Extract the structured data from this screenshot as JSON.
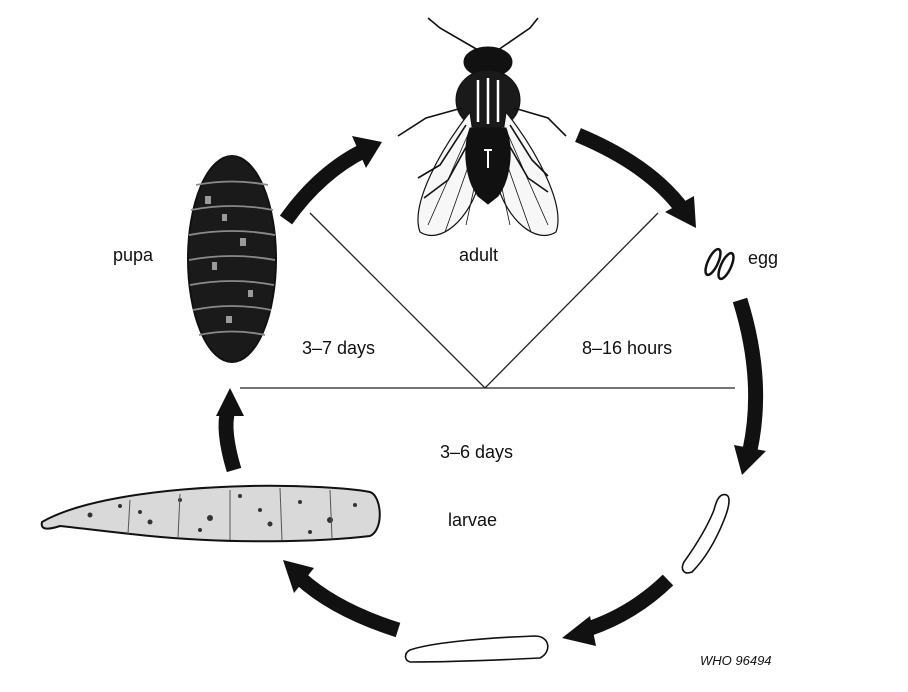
{
  "stages": {
    "adult": "adult",
    "egg": "egg",
    "larvae": "larvae",
    "pupa": "pupa"
  },
  "durations": {
    "pupa_to_adult": "3–7 days",
    "adult_to_egg": "8–16 hours",
    "larval_period": "3–6 days"
  },
  "credit": "WHO 96494",
  "colors": {
    "ink": "#111111",
    "background": "#ffffff"
  }
}
